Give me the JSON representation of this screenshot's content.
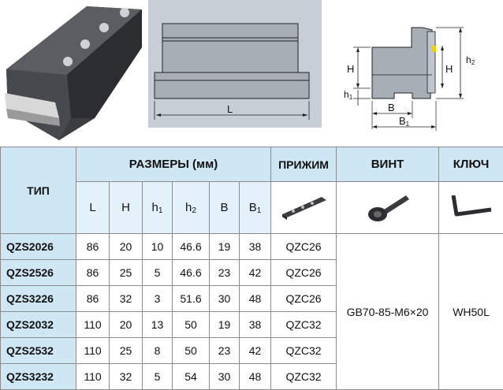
{
  "drawing": {
    "dim_L": "L",
    "dim_H": "H",
    "dim_h1": "h",
    "dim_h1_sub": "1",
    "dim_h2": "h",
    "dim_h2_sub": "2",
    "dim_B": "B",
    "dim_B1": "B",
    "dim_B1_sub": "1"
  },
  "table": {
    "type_header": "ТИП",
    "dims_header": "РАЗМЕРЫ (мм)",
    "clamp_header": "ПРИЖИМ",
    "screw_header": "ВИНТ",
    "key_header": "КЛЮЧ",
    "cols": [
      {
        "main": "L",
        "sub": ""
      },
      {
        "main": "H",
        "sub": ""
      },
      {
        "main": "h",
        "sub": "1"
      },
      {
        "main": "h",
        "sub": "2"
      },
      {
        "main": "B",
        "sub": ""
      },
      {
        "main": "B",
        "sub": "1"
      }
    ],
    "rows": [
      {
        "type": "QZS2026",
        "L": "86",
        "H": "20",
        "h1": "10",
        "h2": "46.6",
        "B": "19",
        "B1": "38",
        "clamp": "QZC26"
      },
      {
        "type": "QZS2526",
        "L": "86",
        "H": "25",
        "h1": "5",
        "h2": "46.6",
        "B": "23",
        "B1": "42",
        "clamp": "QZC26"
      },
      {
        "type": "QZS3226",
        "L": "86",
        "H": "32",
        "h1": "3",
        "h2": "51.6",
        "B": "30",
        "B1": "48",
        "clamp": "QZC26"
      },
      {
        "type": "QZS2032",
        "L": "110",
        "H": "20",
        "h1": "13",
        "h2": "50",
        "B": "19",
        "B1": "38",
        "clamp": "QZC32"
      },
      {
        "type": "QZS2532",
        "L": "110",
        "H": "25",
        "h1": "8",
        "h2": "50",
        "B": "23",
        "B1": "42",
        "clamp": "QZC32"
      },
      {
        "type": "QZS3232",
        "L": "110",
        "H": "32",
        "h1": "5",
        "h2": "54",
        "B": "30",
        "B1": "48",
        "clamp": "QZC32"
      }
    ],
    "screw": "GB70-85-M6×20",
    "key": "WH50L"
  }
}
